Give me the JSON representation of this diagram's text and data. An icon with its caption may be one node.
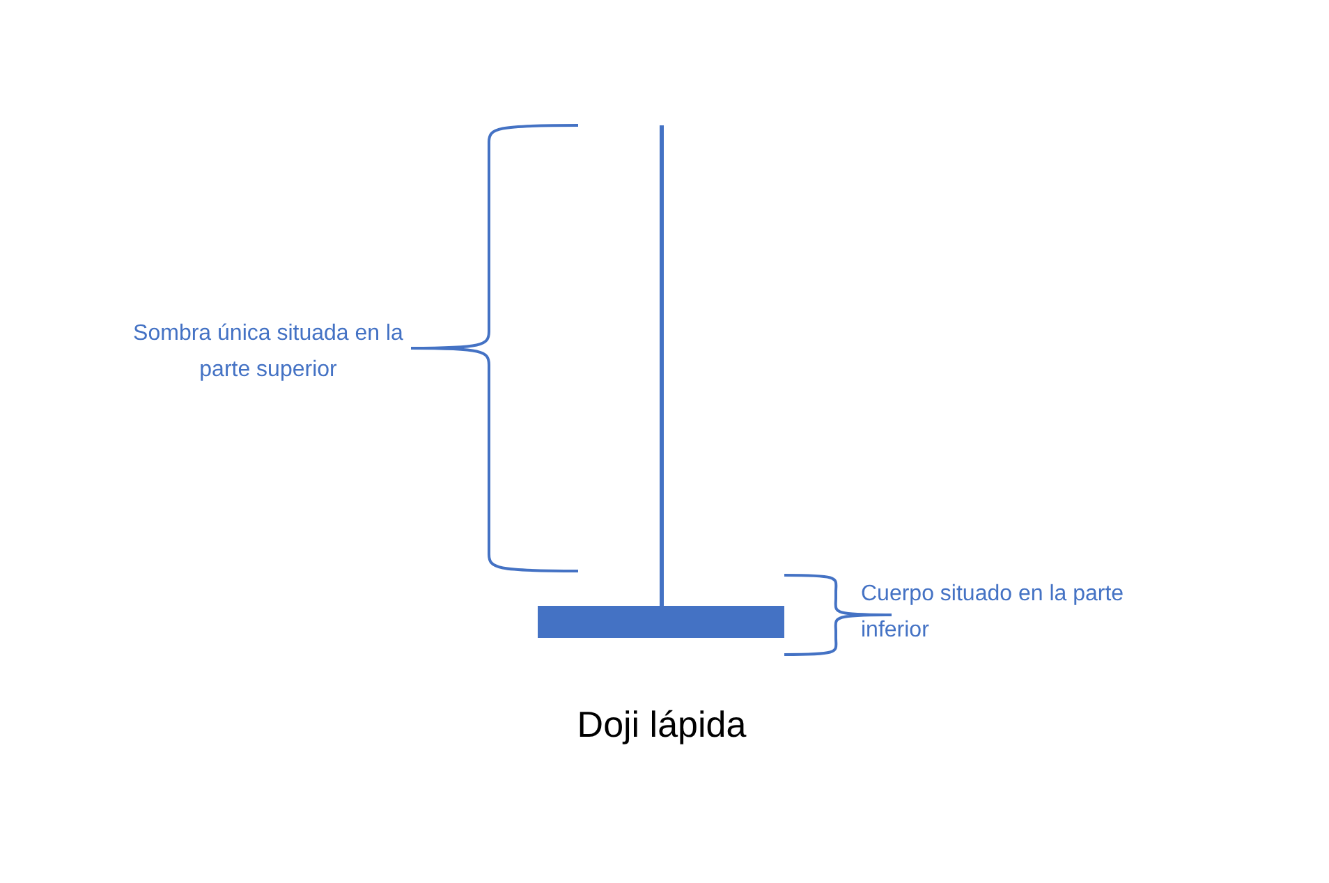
{
  "diagram": {
    "caption": "Doji lápida",
    "labels": [
      "Sombra única situada en la parte superior",
      "Cuerpo situado en la parte inferior"
    ]
  }
}
